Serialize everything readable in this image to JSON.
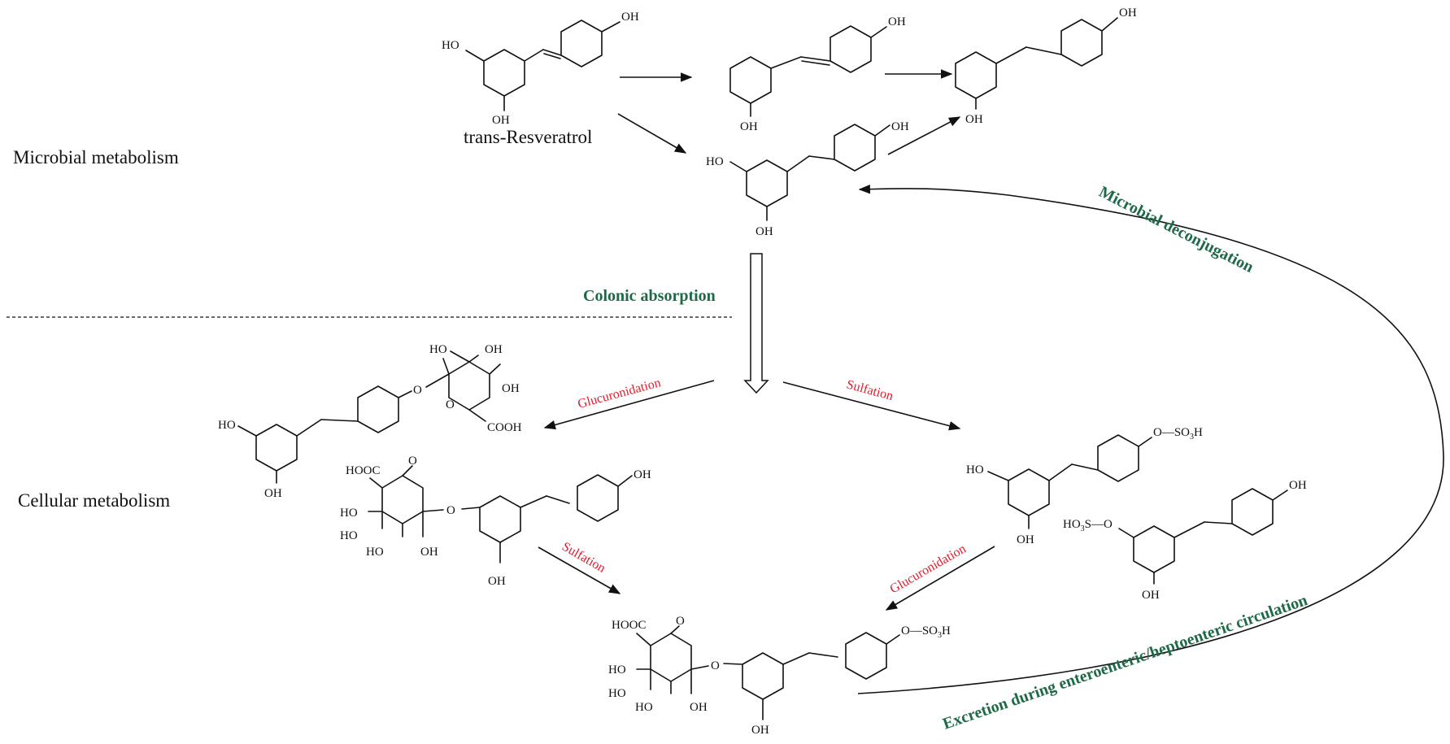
{
  "colors": {
    "process": "#1d6b46",
    "reaction": "#e8192c",
    "structure": "#111111"
  },
  "regions": {
    "microbial": "Microbial metabolism",
    "cellular": "Cellular metabolism"
  },
  "compounds": {
    "resveratrol": "trans-Resveratrol"
  },
  "processes": {
    "colonic_absorption": "Colonic absorption",
    "microbial_deconjugation": "Microbial deconjugation",
    "excretion": "Excretion during enteroenteric/heptoenteric circulation"
  },
  "reactions": {
    "glucuronidation_1": "Glucuronidation",
    "sulfation_1": "Sulfation",
    "sulfation_2": "Sulfation",
    "glucuronidation_2": "Glucuronidation"
  },
  "atom_labels": {
    "oh": "OH",
    "ho": "HO",
    "o": "O",
    "cooh": "COOH",
    "hooc": "HOOC",
    "so3h_prefix": "O—SO",
    "so3_prefix": "HO",
    "so3_mid": "S—O",
    "sub3": "3",
    "h": "H"
  }
}
